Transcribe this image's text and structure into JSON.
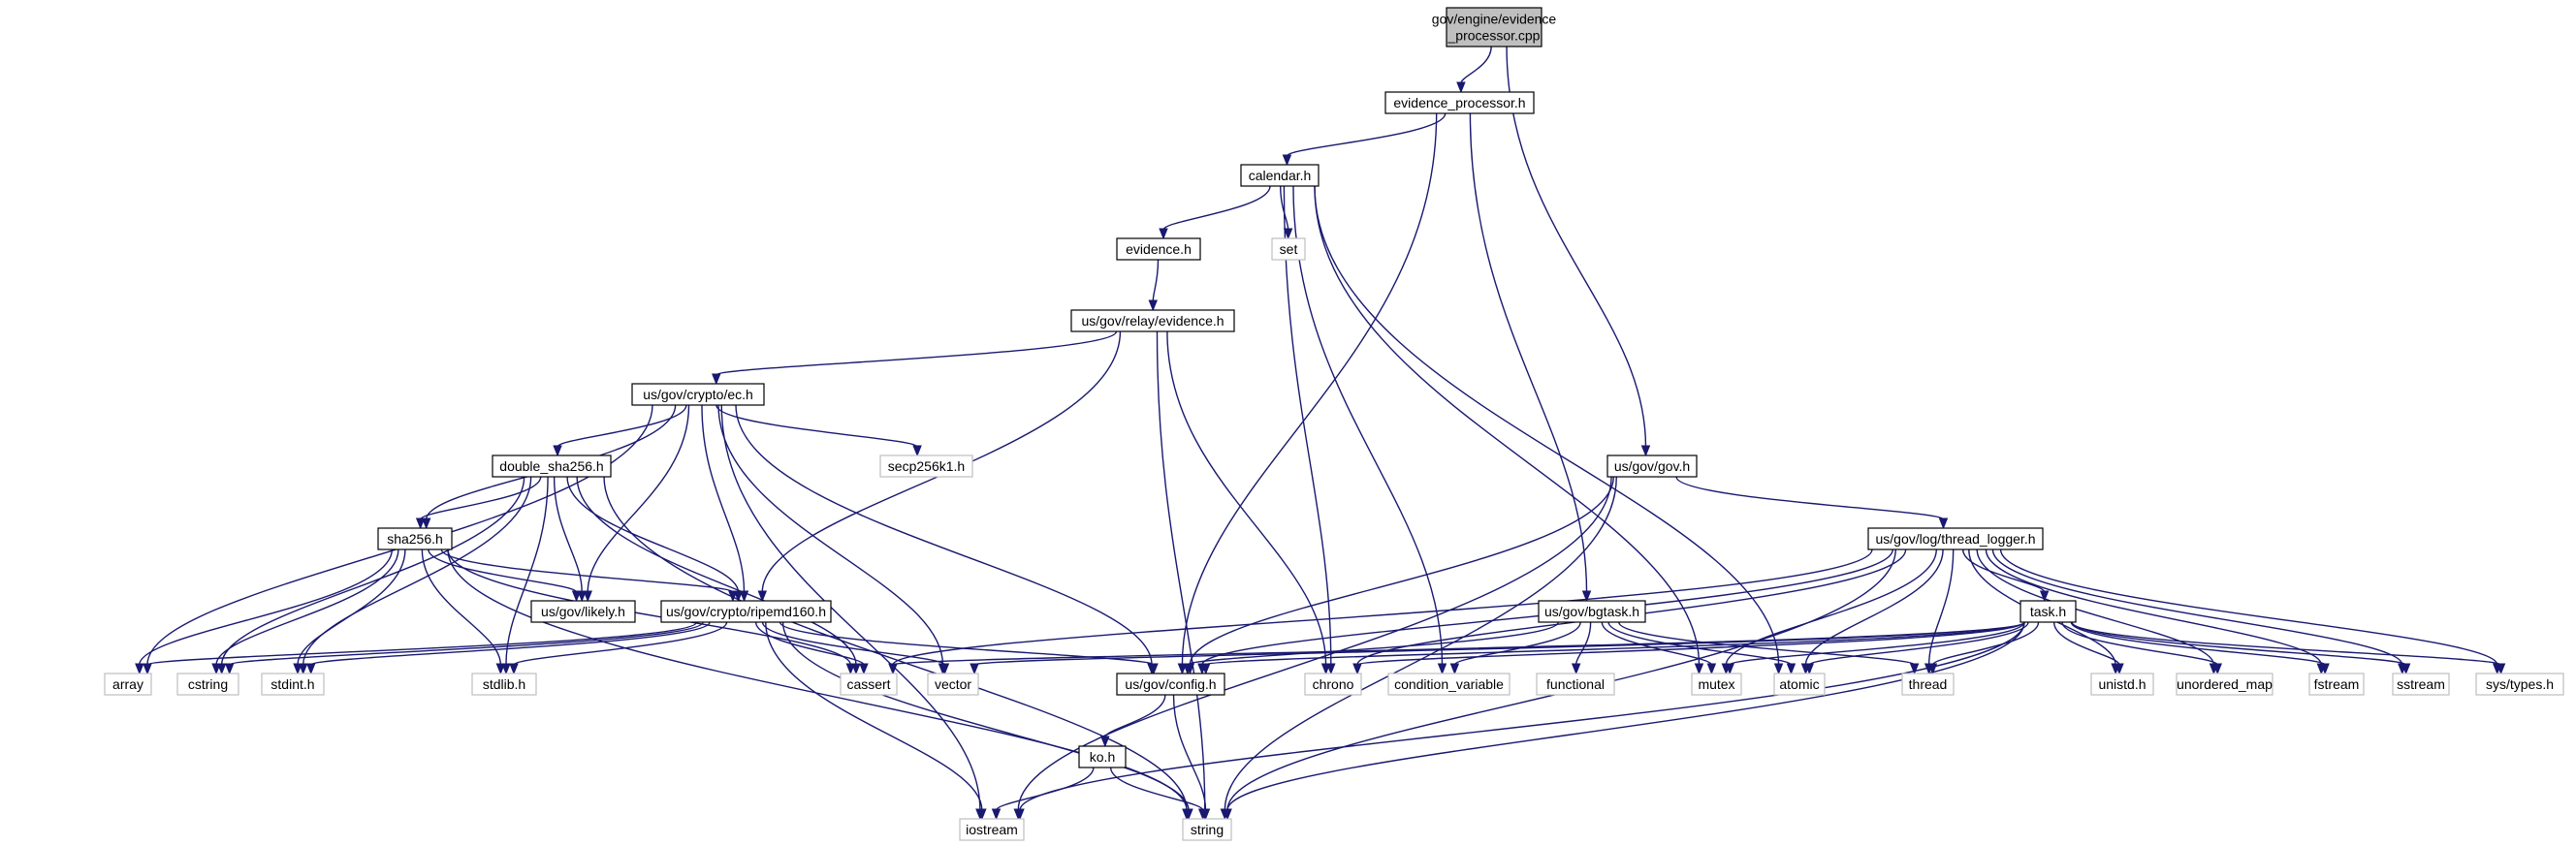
{
  "graph_title": "",
  "colors": {
    "edge": "#191970",
    "root_fill": "#bfbfbf",
    "node_stroke": "#000000",
    "external_stroke": "#bfbfbf",
    "fill": "#ffffff"
  },
  "nodes": [
    {
      "id": "root",
      "label_lines": [
        "gov/engine/evidence",
        "_processor.cpp"
      ],
      "kind": "root"
    },
    {
      "id": "evidence_processor_h",
      "label_lines": [
        "evidence_processor.h"
      ],
      "kind": "file"
    },
    {
      "id": "calendar_h",
      "label_lines": [
        "calendar.h"
      ],
      "kind": "file"
    },
    {
      "id": "set",
      "label_lines": [
        "set"
      ],
      "kind": "external"
    },
    {
      "id": "evidence_h",
      "label_lines": [
        "evidence.h"
      ],
      "kind": "file"
    },
    {
      "id": "relay_evidence_h",
      "label_lines": [
        "us/gov/relay/evidence.h"
      ],
      "kind": "file"
    },
    {
      "id": "ec_h",
      "label_lines": [
        "us/gov/crypto/ec.h"
      ],
      "kind": "file"
    },
    {
      "id": "secp256k1_h",
      "label_lines": [
        "secp256k1.h"
      ],
      "kind": "external"
    },
    {
      "id": "double_sha256_h",
      "label_lines": [
        "double_sha256.h"
      ],
      "kind": "file"
    },
    {
      "id": "sha256_h",
      "label_lines": [
        "sha256.h"
      ],
      "kind": "file"
    },
    {
      "id": "likely_h",
      "label_lines": [
        "us/gov/likely.h"
      ],
      "kind": "file"
    },
    {
      "id": "ripemd160_h",
      "label_lines": [
        "us/gov/crypto/ripemd160.h"
      ],
      "kind": "file"
    },
    {
      "id": "gov_h",
      "label_lines": [
        "us/gov/gov.h"
      ],
      "kind": "file"
    },
    {
      "id": "thread_logger_h",
      "label_lines": [
        "us/gov/log/thread_logger.h"
      ],
      "kind": "file"
    },
    {
      "id": "bgtask_h",
      "label_lines": [
        "us/gov/bgtask.h"
      ],
      "kind": "file"
    },
    {
      "id": "task_h",
      "label_lines": [
        "task.h"
      ],
      "kind": "file"
    },
    {
      "id": "config_h",
      "label_lines": [
        "us/gov/config.h"
      ],
      "kind": "file"
    },
    {
      "id": "ko_h",
      "label_lines": [
        "ko.h"
      ],
      "kind": "file"
    },
    {
      "id": "array",
      "label_lines": [
        "array"
      ],
      "kind": "external"
    },
    {
      "id": "cstring",
      "label_lines": [
        "cstring"
      ],
      "kind": "external"
    },
    {
      "id": "stdint_h",
      "label_lines": [
        "stdint.h"
      ],
      "kind": "external"
    },
    {
      "id": "stdlib_h",
      "label_lines": [
        "stdlib.h"
      ],
      "kind": "external"
    },
    {
      "id": "cassert",
      "label_lines": [
        "cassert"
      ],
      "kind": "external"
    },
    {
      "id": "vector",
      "label_lines": [
        "vector"
      ],
      "kind": "external"
    },
    {
      "id": "chrono",
      "label_lines": [
        "chrono"
      ],
      "kind": "external"
    },
    {
      "id": "condition_variable",
      "label_lines": [
        "condition_variable"
      ],
      "kind": "external"
    },
    {
      "id": "functional",
      "label_lines": [
        "functional"
      ],
      "kind": "external"
    },
    {
      "id": "mutex",
      "label_lines": [
        "mutex"
      ],
      "kind": "external"
    },
    {
      "id": "atomic",
      "label_lines": [
        "atomic"
      ],
      "kind": "external"
    },
    {
      "id": "thread",
      "label_lines": [
        "thread"
      ],
      "kind": "external"
    },
    {
      "id": "unistd_h",
      "label_lines": [
        "unistd.h"
      ],
      "kind": "external"
    },
    {
      "id": "unordered_map",
      "label_lines": [
        "unordered_map"
      ],
      "kind": "external"
    },
    {
      "id": "fstream",
      "label_lines": [
        "fstream"
      ],
      "kind": "external"
    },
    {
      "id": "sstream",
      "label_lines": [
        "sstream"
      ],
      "kind": "external"
    },
    {
      "id": "sys_types_h",
      "label_lines": [
        "sys/types.h"
      ],
      "kind": "external"
    },
    {
      "id": "iostream",
      "label_lines": [
        "iostream"
      ],
      "kind": "external"
    },
    {
      "id": "string",
      "label_lines": [
        "string"
      ],
      "kind": "external"
    }
  ],
  "edges": [
    [
      "root",
      "evidence_processor_h"
    ],
    [
      "root",
      "gov_h"
    ],
    [
      "evidence_processor_h",
      "calendar_h"
    ],
    [
      "evidence_processor_h",
      "config_h"
    ],
    [
      "evidence_processor_h",
      "bgtask_h"
    ],
    [
      "calendar_h",
      "evidence_h"
    ],
    [
      "calendar_h",
      "set"
    ],
    [
      "calendar_h",
      "chrono"
    ],
    [
      "calendar_h",
      "condition_variable"
    ],
    [
      "calendar_h",
      "mutex"
    ],
    [
      "calendar_h",
      "atomic"
    ],
    [
      "evidence_h",
      "relay_evidence_h"
    ],
    [
      "relay_evidence_h",
      "ec_h"
    ],
    [
      "relay_evidence_h",
      "ripemd160_h"
    ],
    [
      "relay_evidence_h",
      "chrono"
    ],
    [
      "relay_evidence_h",
      "string"
    ],
    [
      "ec_h",
      "secp256k1_h"
    ],
    [
      "ec_h",
      "double_sha256_h"
    ],
    [
      "ec_h",
      "sha256_h"
    ],
    [
      "ec_h",
      "likely_h"
    ],
    [
      "ec_h",
      "ripemd160_h"
    ],
    [
      "ec_h",
      "config_h"
    ],
    [
      "ec_h",
      "array"
    ],
    [
      "ec_h",
      "vector"
    ],
    [
      "ec_h",
      "iostream"
    ],
    [
      "double_sha256_h",
      "sha256_h"
    ],
    [
      "double_sha256_h",
      "likely_h"
    ],
    [
      "double_sha256_h",
      "ripemd160_h"
    ],
    [
      "double_sha256_h",
      "cstring"
    ],
    [
      "double_sha256_h",
      "stdint_h"
    ],
    [
      "double_sha256_h",
      "stdlib_h"
    ],
    [
      "double_sha256_h",
      "cassert"
    ],
    [
      "double_sha256_h",
      "string"
    ],
    [
      "sha256_h",
      "likely_h"
    ],
    [
      "sha256_h",
      "ripemd160_h"
    ],
    [
      "sha256_h",
      "array"
    ],
    [
      "sha256_h",
      "cstring"
    ],
    [
      "sha256_h",
      "stdint_h"
    ],
    [
      "sha256_h",
      "stdlib_h"
    ],
    [
      "sha256_h",
      "cassert"
    ],
    [
      "sha256_h",
      "string"
    ],
    [
      "ripemd160_h",
      "array"
    ],
    [
      "ripemd160_h",
      "cstring"
    ],
    [
      "ripemd160_h",
      "stdint_h"
    ],
    [
      "ripemd160_h",
      "stdlib_h"
    ],
    [
      "ripemd160_h",
      "cassert"
    ],
    [
      "ripemd160_h",
      "vector"
    ],
    [
      "ripemd160_h",
      "config_h"
    ],
    [
      "ripemd160_h",
      "iostream"
    ],
    [
      "ripemd160_h",
      "string"
    ],
    [
      "gov_h",
      "thread_logger_h"
    ],
    [
      "gov_h",
      "config_h"
    ],
    [
      "gov_h",
      "iostream"
    ],
    [
      "gov_h",
      "string"
    ],
    [
      "thread_logger_h",
      "task_h"
    ],
    [
      "thread_logger_h",
      "cassert"
    ],
    [
      "thread_logger_h",
      "config_h"
    ],
    [
      "thread_logger_h",
      "chrono"
    ],
    [
      "thread_logger_h",
      "mutex"
    ],
    [
      "thread_logger_h",
      "atomic"
    ],
    [
      "thread_logger_h",
      "thread"
    ],
    [
      "thread_logger_h",
      "unistd_h"
    ],
    [
      "thread_logger_h",
      "unordered_map"
    ],
    [
      "thread_logger_h",
      "fstream"
    ],
    [
      "thread_logger_h",
      "sstream"
    ],
    [
      "thread_logger_h",
      "sys_types_h"
    ],
    [
      "thread_logger_h",
      "string"
    ],
    [
      "bgtask_h",
      "config_h"
    ],
    [
      "bgtask_h",
      "condition_variable"
    ],
    [
      "bgtask_h",
      "functional"
    ],
    [
      "bgtask_h",
      "mutex"
    ],
    [
      "bgtask_h",
      "atomic"
    ],
    [
      "bgtask_h",
      "thread"
    ],
    [
      "task_h",
      "cassert"
    ],
    [
      "task_h",
      "vector"
    ],
    [
      "task_h",
      "config_h"
    ],
    [
      "task_h",
      "chrono"
    ],
    [
      "task_h",
      "mutex"
    ],
    [
      "task_h",
      "atomic"
    ],
    [
      "task_h",
      "thread"
    ],
    [
      "task_h",
      "unistd_h"
    ],
    [
      "task_h",
      "unordered_map"
    ],
    [
      "task_h",
      "fstream"
    ],
    [
      "task_h",
      "sstream"
    ],
    [
      "task_h",
      "sys_types_h"
    ],
    [
      "task_h",
      "iostream"
    ],
    [
      "task_h",
      "string"
    ],
    [
      "config_h",
      "ko_h"
    ],
    [
      "config_h",
      "string"
    ],
    [
      "ko_h",
      "iostream"
    ],
    [
      "ko_h",
      "string"
    ]
  ]
}
